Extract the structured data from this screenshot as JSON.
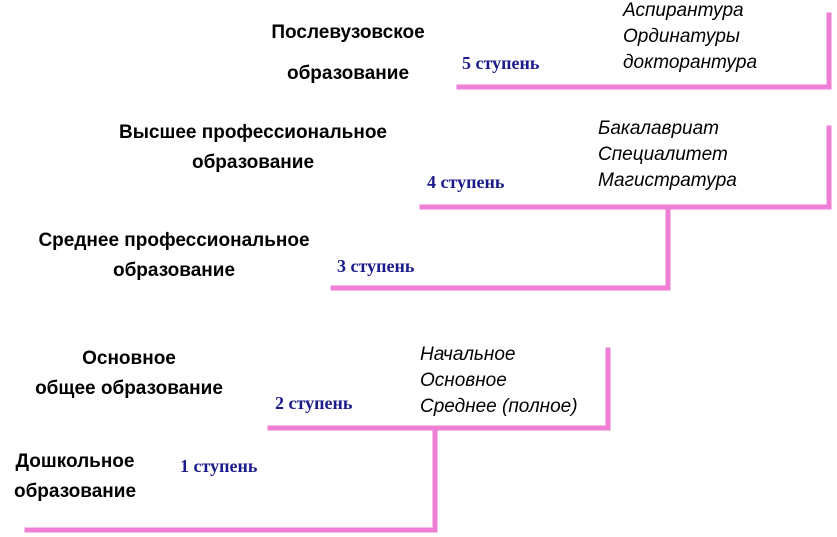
{
  "colors": {
    "line": "#ee7fd4",
    "step_text": "#1b1b8c"
  },
  "levels": [
    {
      "step": "1 ступень",
      "title": [
        "Дошкольное",
        "образование"
      ],
      "programs": []
    },
    {
      "step": "2 ступень",
      "title": [
        "Основное",
        "общее образование"
      ],
      "programs": [
        "Начальное",
        "Основное",
        "Среднее (полное)"
      ]
    },
    {
      "step": "3 ступень",
      "title": [
        "Среднее профессиональное",
        "образование"
      ],
      "programs": []
    },
    {
      "step": "4 ступень",
      "title": [
        "Высшее профессиональное",
        "образование"
      ],
      "programs": [
        "Бакалавриат",
        "Специалитет",
        "Магистратура"
      ]
    },
    {
      "step": "5 ступень",
      "title": [
        "Послевузовское",
        "образование"
      ],
      "programs": [
        "Аспирантура",
        "Ординатуры",
        "докторантура"
      ]
    }
  ]
}
